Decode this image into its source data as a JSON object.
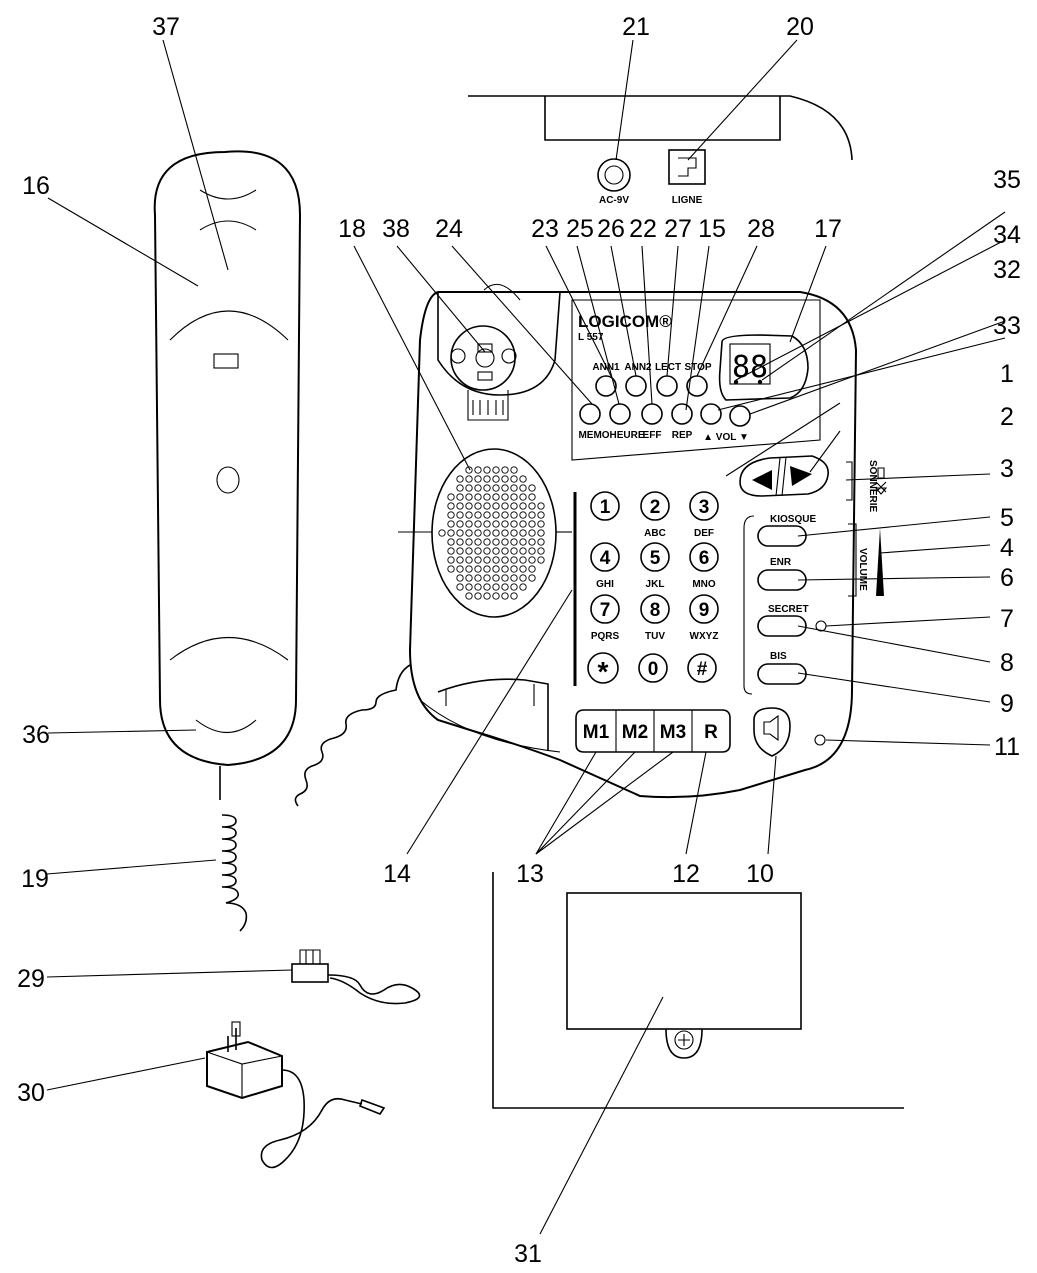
{
  "callouts": [
    "1",
    "2",
    "3",
    "4",
    "5",
    "6",
    "7",
    "8",
    "9",
    "10",
    "11",
    "12",
    "13",
    "14",
    "15",
    "16",
    "17",
    "18",
    "19",
    "20",
    "21",
    "22",
    "23",
    "24",
    "25",
    "26",
    "27",
    "28",
    "29",
    "30",
    "31",
    "32",
    "33",
    "34",
    "35",
    "36",
    "37",
    "38"
  ],
  "labels": {
    "ac": "AC-9V",
    "ligne": "LIGNE",
    "brand": "LOGICOM®",
    "model": "L 557",
    "display": "88",
    "ann1": "ANN1",
    "ann2": "ANN2",
    "lect": "LECT",
    "stop": "STOP",
    "memo": "MEMO",
    "heure": "HEURE",
    "eff": "EFF",
    "rep": "REP",
    "vol": "▲ VOL ▼",
    "kiosque": "KIOSQUE",
    "enr": "ENR",
    "secret": "SECRET",
    "bis": "BIS",
    "sonnerie": "SONNERIE",
    "volume": "VOLUME",
    "m1": "M1",
    "m2": "M2",
    "m3": "M3",
    "r": "R"
  },
  "keypad": [
    {
      "digit": "1",
      "letters": ""
    },
    {
      "digit": "2",
      "letters": "ABC"
    },
    {
      "digit": "3",
      "letters": "DEF"
    },
    {
      "digit": "4",
      "letters": "GHI"
    },
    {
      "digit": "5",
      "letters": "JKL"
    },
    {
      "digit": "6",
      "letters": "MNO"
    },
    {
      "digit": "7",
      "letters": "PQRS"
    },
    {
      "digit": "8",
      "letters": "TUV"
    },
    {
      "digit": "9",
      "letters": "WXYZ"
    },
    {
      "digit": "*",
      "letters": ""
    },
    {
      "digit": "0",
      "letters": ""
    },
    {
      "digit": "#",
      "letters": ""
    }
  ]
}
